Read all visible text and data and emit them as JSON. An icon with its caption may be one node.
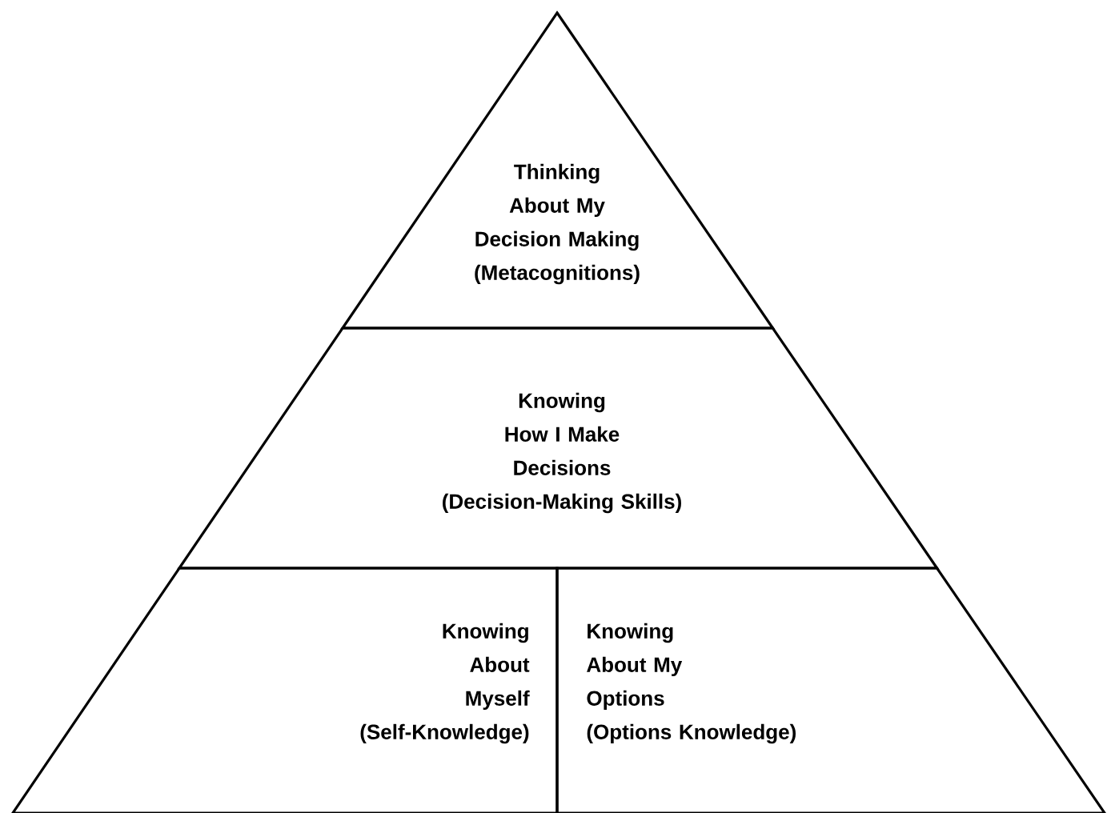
{
  "diagram": {
    "nodes": [
      {
        "text": [
          "Thinking About My Decision Making",
          "(Metacognitions)"
        ]
      },
      {
        "text": [
          "Knowing How I Make Decisions",
          "(Decision-Making Skills)"
        ]
      },
      {
        "text": [
          "Knowing About Myself",
          "(Self-Knowledge)"
        ]
      },
      {
        "text": [
          "Knowing About My Options",
          "(Options Knowledge)"
        ]
      }
    ]
  }
}
